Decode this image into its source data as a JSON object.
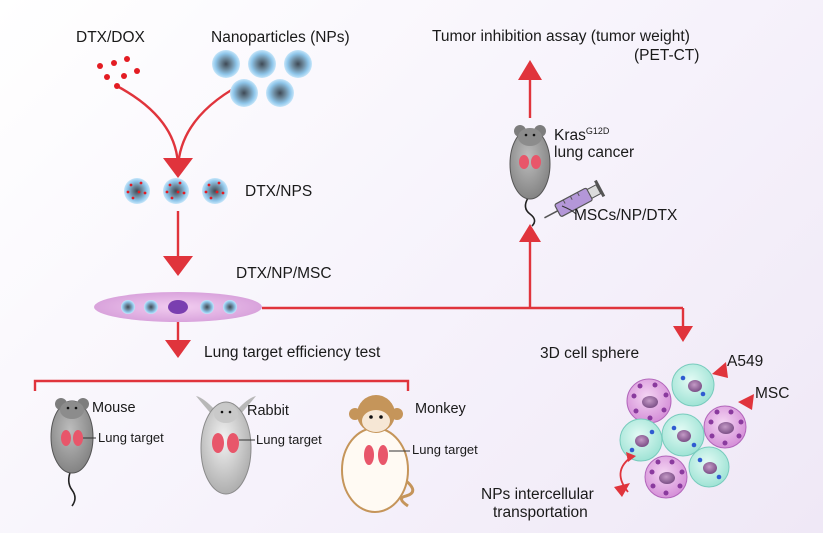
{
  "labels": {
    "dtx_dox": "DTX/DOX",
    "nanoparticles": "Nanoparticles (NPs)",
    "dtx_nps": "DTX/NPS",
    "dtx_np_msc": "DTX/NP/MSC",
    "lung_test": "Lung target efficiency test",
    "mouse": "Mouse",
    "rabbit": "Rabbit",
    "monkey": "Monkey",
    "lung_target_mouse": "Lung target",
    "lung_target_rabbit": "Lung target",
    "lung_target_monkey": "Lung target",
    "tumor_assay": "Tumor inhibition assay (tumor weight)",
    "pet_ct": "(PET-CT)",
    "kras_base": "Kras",
    "kras_sup": "G12D",
    "lung_cancer": "lung cancer",
    "injection": "MSCs/NP/DTX",
    "sphere": "3D cell sphere",
    "a549": "A549",
    "msc": "MSC",
    "nps_transport_1": "NPs intercellular",
    "nps_transport_2": "transportation"
  },
  "colors": {
    "arrow": "#e0343c",
    "drug_dot": "#e31c23",
    "np_blue": "#8cc8ee",
    "np_core": "#556a78",
    "mouse_body": "#9a9a9a",
    "lung_pink": "#e8566a",
    "msc_pink": "#e7b6e5",
    "a549_cyan": "#a9e8da"
  }
}
